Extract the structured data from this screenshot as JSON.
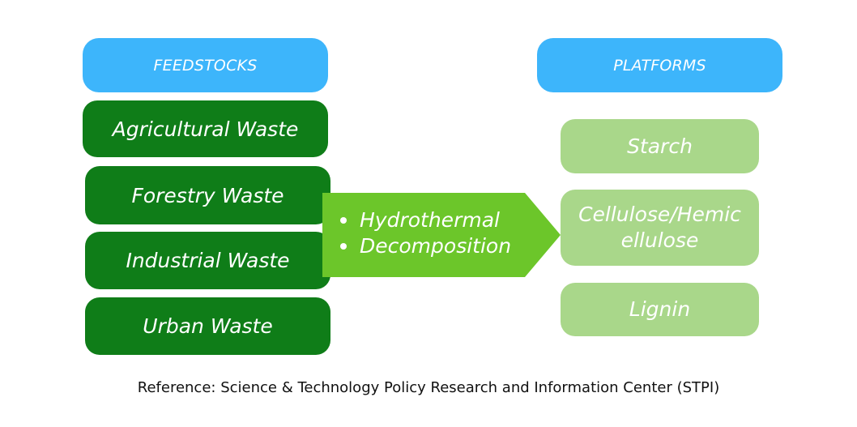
{
  "headers": {
    "feedstocks": "FEEDSTOCKS",
    "platforms": "PLATFORMS"
  },
  "feedstocks": [
    "Agricultural Waste",
    "Forestry Waste",
    "Industrial Waste",
    "Urban Waste"
  ],
  "process": {
    "items": [
      "Hydrothermal",
      "Decomposition"
    ]
  },
  "platforms": [
    "Starch",
    "Cellulose/Hemic ellulose",
    "Lignin"
  ],
  "reference": "Reference: Science & Technology Policy Research and Information Center (STPI)",
  "colors": {
    "header": "#3db5fb",
    "feedstock": "#0f7d18",
    "process_arrow": "#6cc62a",
    "platform": "#a9d78a"
  }
}
